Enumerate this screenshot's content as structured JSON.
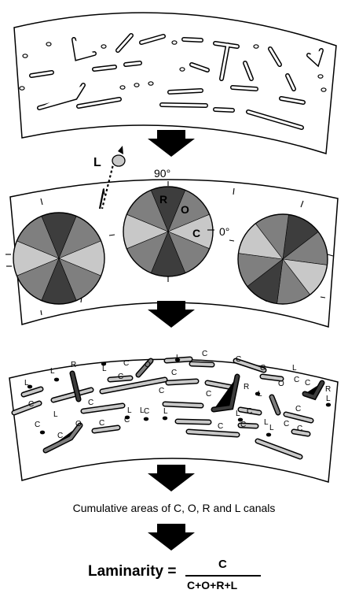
{
  "colors": {
    "dark": "#3d3d3d",
    "medium": "#7f7f7f",
    "light": "#c8c8c8",
    "outline": "#000000",
    "arrow": "#000000"
  },
  "orientation": {
    "top_angle": "90°",
    "right_angle": "0°",
    "sector_labels": {
      "radial": "R",
      "oblique": "O",
      "circumferential": "C"
    },
    "projector_label": "L"
  },
  "classified_labels": [
    "L",
    "C",
    "O",
    "L",
    "C",
    "L",
    "R",
    "C",
    "L",
    "C",
    "C",
    "C",
    "L",
    "C",
    "C",
    "C",
    "C",
    "R",
    "L",
    "O",
    "C",
    "R",
    "L",
    "C",
    "L",
    "L",
    "C",
    "L",
    "C",
    "C",
    "L",
    "L",
    "O",
    "C",
    "C",
    "C",
    "C",
    "L",
    "C",
    "C",
    "L",
    "C",
    "C"
  ],
  "caption": "Cumulative areas of C, O, R and L canals",
  "formula": {
    "lhs": "Laminarity",
    "equals": "=",
    "numerator": "C",
    "denominator": "C+O+R+L"
  }
}
